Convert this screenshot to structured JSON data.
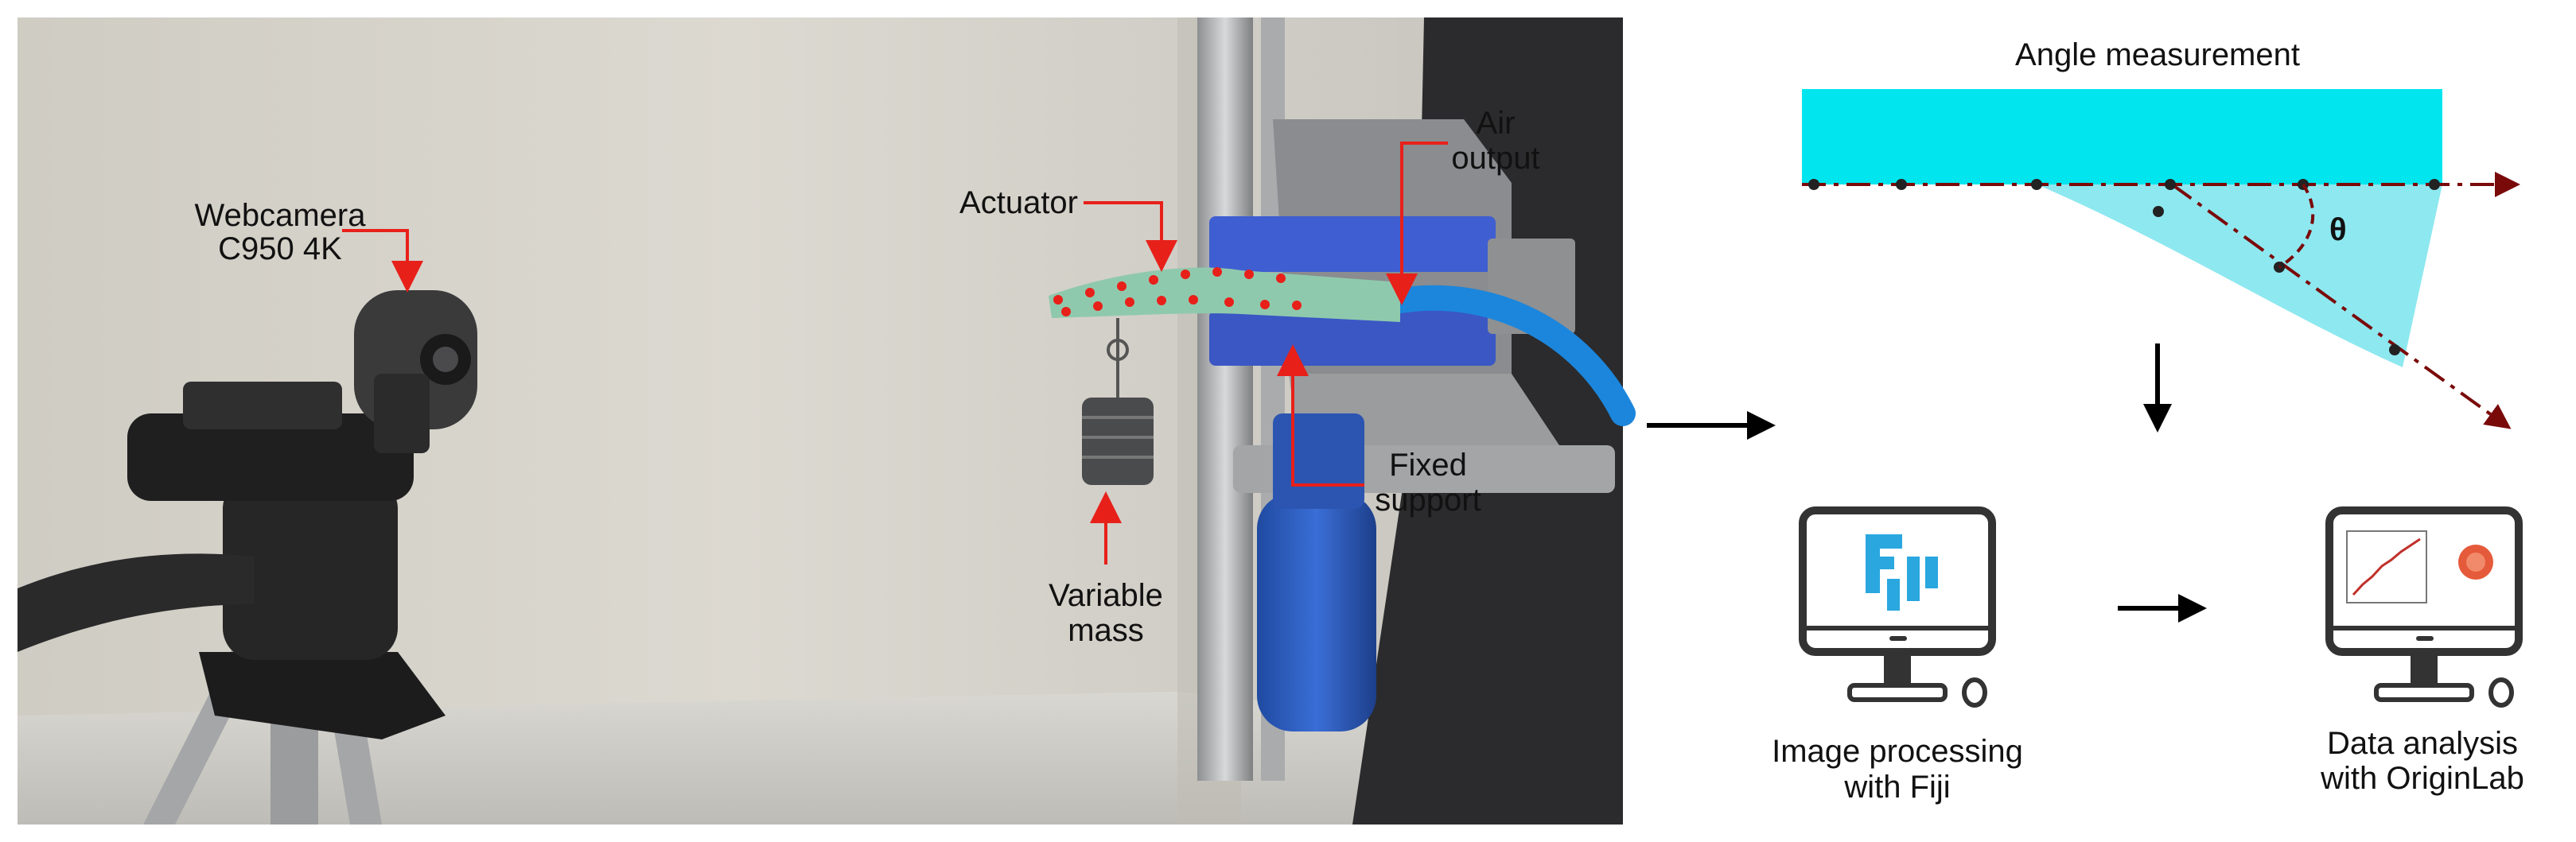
{
  "photo": {
    "labels": {
      "webcam_line1": "Webcamera",
      "webcam_line2": "C950 4K",
      "actuator": "Actuator",
      "air_line1": "Air",
      "air_line2": "output",
      "fixed_line1": "Fixed",
      "fixed_line2": "support",
      "mass_line1": "Variable",
      "mass_line2": "mass"
    }
  },
  "angle_panel": {
    "title": "Angle measurement",
    "theta_symbol": "θ"
  },
  "monitor_fiji": {
    "caption_line1": "Image processing",
    "caption_line2": "with Fiji"
  },
  "monitor_origin": {
    "caption_line1": "Data analysis",
    "caption_line2": "with OriginLab"
  },
  "colors": {
    "pointer_red": "#e8201a",
    "cyan_bar": "#00e5ee",
    "cyan_bend": "#8ee8ef",
    "axis_darkred": "#7a0a0a",
    "fiji_blue": "#2aa7df",
    "monitor_dark": "#333333"
  },
  "icons": [
    "webcam-icon",
    "tripod-icon",
    "actuator-icon",
    "weight-icon",
    "monitor-icon",
    "fiji-logo-icon",
    "origin-logo-icon",
    "arrow-right-icon",
    "arrow-down-icon"
  ]
}
